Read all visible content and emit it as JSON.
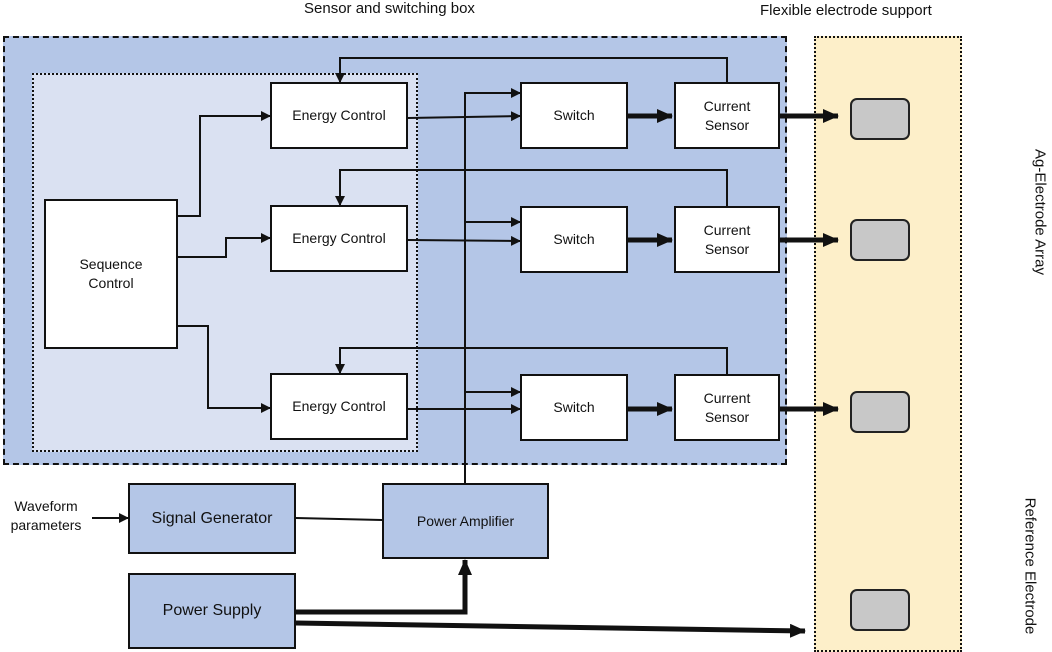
{
  "labels": {
    "box_title": "Sensor and switching box",
    "support_title": "Flexible electrode support",
    "array_label": "Ag-Electrode Array",
    "reference_label": "Reference Electrode",
    "waveform_line1": "Waveform",
    "waveform_line2": "parameters"
  },
  "blocks": {
    "sequence_line1": "Sequence",
    "sequence_line2": "Control",
    "energy_control": "Energy Control",
    "switch": "Switch",
    "current_line1": "Current",
    "current_line2": "Sensor",
    "signal_generator": "Signal Generator",
    "power_amplifier": "Power Amplifier",
    "power_supply": "Power Supply"
  },
  "colors": {
    "box_fill": "#b4c6e7",
    "inner_fill": "#dae1f2",
    "support_fill": "#fdefc9",
    "electrode_fill": "#c8c8c8"
  }
}
